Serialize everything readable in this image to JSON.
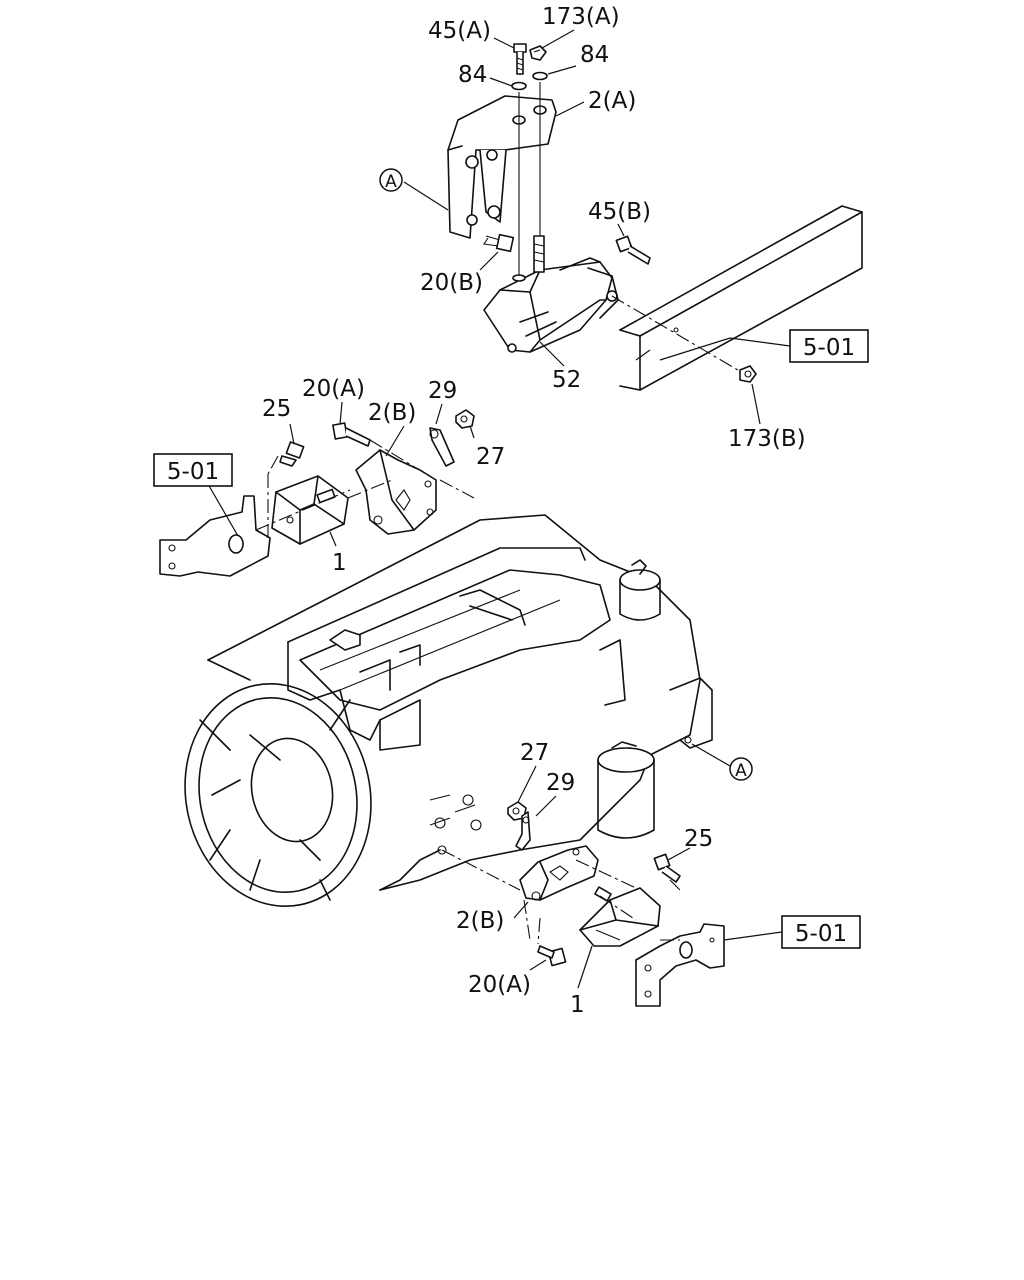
{
  "callouts": {
    "c45A": "45(A)",
    "c173A": "173(A)",
    "c84a": "84",
    "c84b": "84",
    "c2A": "2(A)",
    "cA1": "A",
    "c45B": "45(B)",
    "c20B": "20(B)",
    "c501a": "5-01",
    "c52": "52",
    "c173B": "173(B)",
    "c20Aa": "20(A)",
    "c25a": "25",
    "c2Ba": "2(B)",
    "c29a": "29",
    "c27a": "27",
    "c501b": "5-01",
    "c1a": "1",
    "cA2": "A",
    "c27b": "27",
    "c29b": "29",
    "c25b": "25",
    "c2Bb": "2(B)",
    "c20Ab": "20(A)",
    "c1b": "1",
    "c501c": "5-01"
  }
}
